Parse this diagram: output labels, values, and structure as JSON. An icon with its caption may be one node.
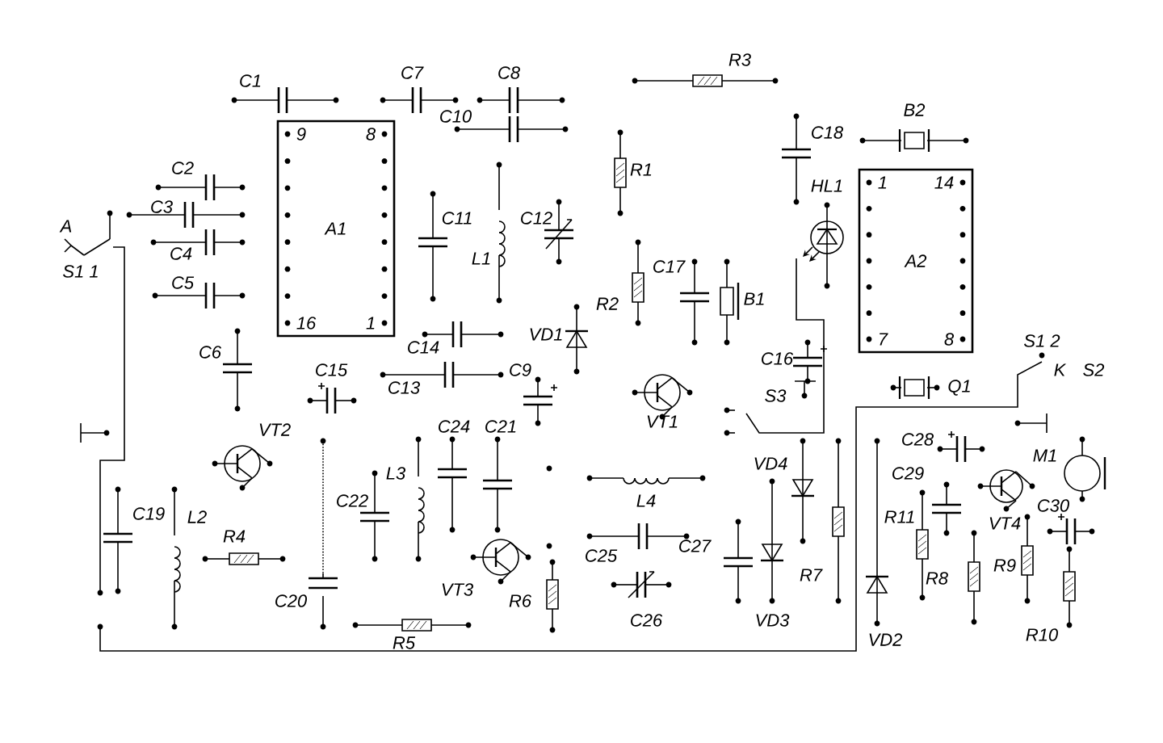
{
  "diagram": {
    "nodes": [
      {
        "text": [
          "9",
          "8",
          "A1",
          "16",
          "1"
        ]
      },
      {
        "text": [
          "1",
          "14",
          "A2",
          "7",
          "8"
        ]
      }
    ],
    "labels": [
      "R3",
      "C7",
      "C8",
      "C1",
      "B2",
      "C10",
      "C18",
      "C2",
      "R1",
      "HL1",
      "C3",
      "C11",
      "C12",
      "A",
      "C4",
      "L1",
      "S1 1",
      "C17",
      "C5",
      "B1",
      "R2",
      "VD1",
      "S1 2",
      "C14",
      "C6",
      "C16",
      "C9",
      "C15",
      "K",
      "S2",
      "C13",
      "Q1",
      "S3",
      "VT1",
      "VT2",
      "C24",
      "C21",
      "C28",
      "M1",
      "VD4",
      "L3",
      "C29",
      "C30",
      "L4",
      "C22",
      "C19",
      "L2",
      "R11",
      "VT4",
      "R4",
      "C25",
      "C27",
      "R9",
      "R7",
      "R8",
      "VT3",
      "R6",
      "C20",
      "C26",
      "VD3",
      "R10",
      "R5",
      "VD2"
    ]
  }
}
